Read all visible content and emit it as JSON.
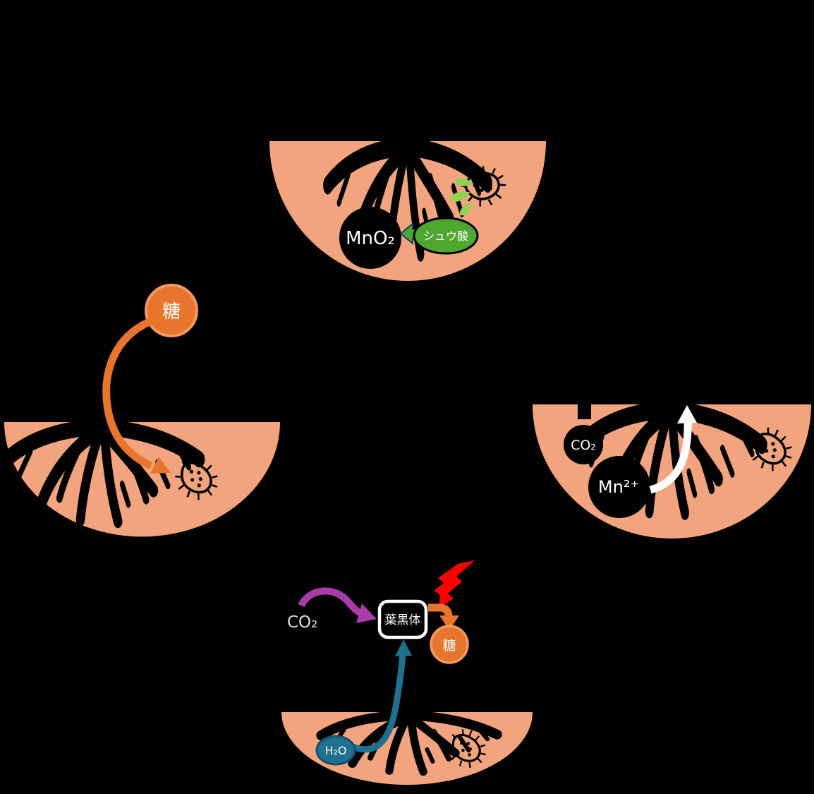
{
  "diagram": {
    "background_color": "#000000",
    "soil_color": "#F2A47E",
    "topsoil_panel": {
      "mno2": "MnO₂",
      "oxalic_acid": "シュウ酸"
    },
    "left_panel": {
      "sugar": "糖"
    },
    "right_panel": {
      "co2": "CO₂",
      "mn_ion": "Mn²⁺"
    },
    "photosynthesis_panel": {
      "co2": "CO₂",
      "chloroplast": "葉黒体",
      "sugar": "糖",
      "water": "H₂O"
    },
    "accent_colors": {
      "orange": "#E8752E",
      "orange_glow": "#F19A60",
      "green": "#4EA72E",
      "green_arrow_outline": "#1F3864",
      "light_green": "#92D050",
      "teal": "#20708F",
      "teal_outline": "#14506B",
      "purple": "#AA3CAA",
      "red": "#FF0000",
      "white": "#FFFFFF",
      "co2_text_gray": "#DCDCDC"
    }
  }
}
